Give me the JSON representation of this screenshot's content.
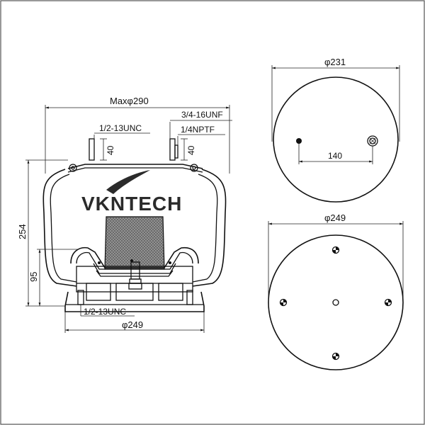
{
  "brand": {
    "logo_text": "VKNTECH",
    "logo_color": "#2b2b2b"
  },
  "side_view": {
    "max_diameter_label": "Maxφ290",
    "upper_thread_left": "1/2-13UNC",
    "upper_thread_right_air": "3/4-16UNF",
    "upper_thread_right_pipe": "1/4NPTF",
    "stud_height_left": "40",
    "stud_height_right": "40",
    "overall_height": "254",
    "piston_height": "95",
    "lower_thread": "1/2-13UNC",
    "piston_diameter": "φ249"
  },
  "top_plate_view": {
    "diameter": "φ231",
    "stud_spacing": "140"
  },
  "bottom_view": {
    "diameter": "φ249"
  },
  "colors": {
    "line": "#111111",
    "background": "#ffffff",
    "frame": "#555555"
  }
}
